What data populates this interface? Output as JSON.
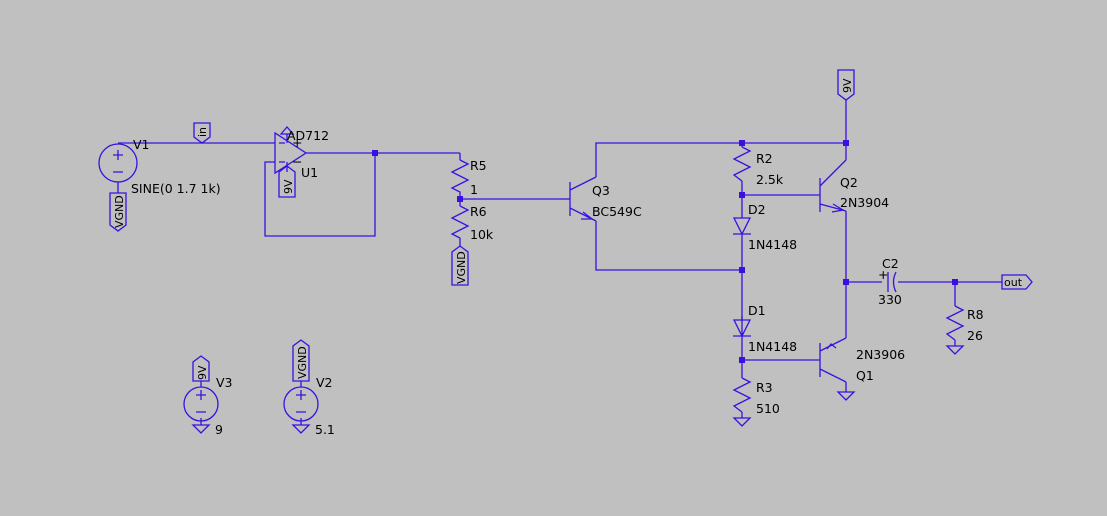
{
  "colors": {
    "background": "#c0c0c0",
    "wire": "#3a10e0",
    "text": "#000000"
  },
  "components": {
    "V1": {
      "name": "V1",
      "value": "SINE(0 1.7 1k)"
    },
    "U1": {
      "name": "U1",
      "model": "AD712"
    },
    "R5": {
      "name": "R5",
      "value": "1"
    },
    "R6": {
      "name": "R6",
      "value": "10k"
    },
    "Q3": {
      "name": "Q3",
      "model": "BC549C"
    },
    "R2": {
      "name": "R2",
      "value": "2.5k"
    },
    "D2": {
      "name": "D2",
      "model": "1N4148"
    },
    "D1": {
      "name": "D1",
      "model": "1N4148"
    },
    "R3": {
      "name": "R3",
      "value": "510"
    },
    "Q2": {
      "name": "Q2",
      "model": "2N3904"
    },
    "Q1": {
      "name": "Q1",
      "model": "2N3906"
    },
    "C2": {
      "name": "C2",
      "value": "330"
    },
    "R8": {
      "name": "R8",
      "value": "26"
    },
    "V3": {
      "name": "V3",
      "value": "9"
    },
    "V2": {
      "name": "V2",
      "value": "5.1"
    }
  },
  "net_flags": {
    "in": "in",
    "vplus": "9V",
    "vgnd": "VGND",
    "out": "out"
  }
}
